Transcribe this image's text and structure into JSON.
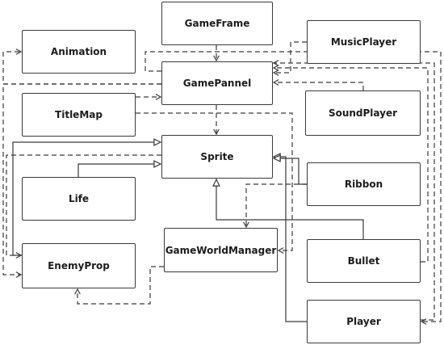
{
  "diagram": {
    "nodes": {
      "gameframe": {
        "label": "GameFrame"
      },
      "animation": {
        "label": "Animation"
      },
      "musicplayer": {
        "label": "MusicPlayer"
      },
      "gamepannel": {
        "label": "GamePannel"
      },
      "titlemap": {
        "label": "TitleMap"
      },
      "soundplayer": {
        "label": "SoundPlayer"
      },
      "sprite": {
        "label": "Sprite"
      },
      "ribbon": {
        "label": "Ribbon"
      },
      "life": {
        "label": "Life"
      },
      "gameworldmanager": {
        "label": "GameWorldManager"
      },
      "enemyprop": {
        "label": "EnemyProp"
      },
      "bullet": {
        "label": "Bullet"
      },
      "player": {
        "label": "Player"
      }
    },
    "colors": {
      "stroke": "#3a3a3a",
      "text": "#1c1c1c",
      "background": "#ffffff"
    },
    "edges": [
      {
        "from": "gameframe",
        "to": "gamepannel",
        "kind": "dependency"
      },
      {
        "from": "gamepannel",
        "to": "sprite",
        "kind": "dependency"
      },
      {
        "from": "titlemap",
        "to": "gamepannel",
        "kind": "dependency"
      },
      {
        "from": "titlemap",
        "to": "gameworldmanager",
        "kind": "dependency"
      },
      {
        "from": "gamepannel",
        "to": "animation",
        "kind": "dependency"
      },
      {
        "from": "gamepannel",
        "to": "enemyprop",
        "kind": "dependency"
      },
      {
        "from": "musicplayer",
        "to": "gamepannel",
        "kind": "dependency"
      },
      {
        "from": "soundplayer",
        "to": "gamepannel",
        "kind": "dependency"
      },
      {
        "from": "bullet",
        "to": "gamepannel",
        "kind": "dependency"
      },
      {
        "from": "player",
        "to": "gamepannel",
        "kind": "dependency"
      },
      {
        "from": "gamepannel",
        "to": "player",
        "kind": "dependency"
      },
      {
        "from": "ribbon",
        "to": "gameworldmanager",
        "kind": "dependency"
      },
      {
        "from": "gameworldmanager",
        "to": "enemyprop",
        "kind": "dependency"
      },
      {
        "from": "sprite",
        "to": "gameworldmanager",
        "kind": "dependency"
      },
      {
        "from": "life",
        "to": "sprite",
        "kind": "inheritance"
      },
      {
        "from": "enemyprop",
        "to": "sprite",
        "kind": "inheritance"
      },
      {
        "from": "bullet",
        "to": "sprite",
        "kind": "inheritance"
      },
      {
        "from": "player",
        "to": "sprite",
        "kind": "inheritance"
      },
      {
        "from": "ribbon",
        "to": "sprite",
        "kind": "inheritance"
      }
    ]
  }
}
